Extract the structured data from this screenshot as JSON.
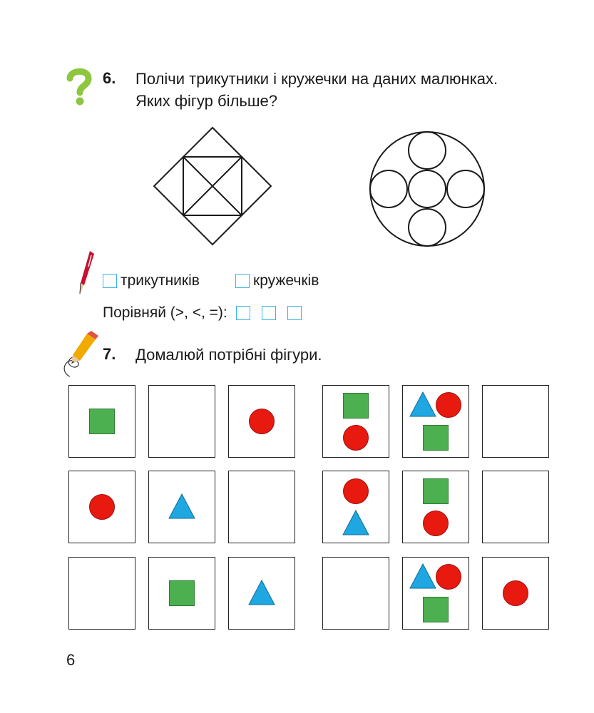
{
  "task6": {
    "number": "6.",
    "line1": "Полічи трикутники і кружечки на даних малюнках.",
    "line2": "Яких фігур більше?"
  },
  "answers": {
    "triangles_label": "трикутників",
    "circles_label": "кружечків",
    "compare_label": "Порівняй (>, <, =):"
  },
  "task7": {
    "number": "7.",
    "text": "Домалюй потрібні фігури."
  },
  "grids": [
    {
      "rows": [
        [
          [
            "square"
          ],
          [],
          [
            "circle"
          ]
        ],
        [
          [
            "circle"
          ],
          [
            "triangle"
          ],
          []
        ],
        [
          [],
          [
            "square"
          ],
          [
            "triangle"
          ]
        ]
      ]
    },
    {
      "rows": [
        [
          [
            "square",
            "circle"
          ],
          [
            "triangle",
            "circle",
            "square"
          ],
          []
        ],
        [
          [
            "circle",
            "triangle"
          ],
          [
            "square",
            "circle"
          ],
          []
        ],
        [
          [],
          [
            "triangle",
            "circle",
            "square"
          ],
          [
            "circle"
          ]
        ]
      ]
    }
  ],
  "colors": {
    "square": "#4caf50",
    "circle": "#e8190f",
    "triangle": "#1ea7e1",
    "question_icon": "#8dc63f",
    "answer_box": "#39b4e6"
  },
  "icons": {
    "task6": "question-mark-icon",
    "answers": "pen-icon",
    "task7": "pencil-icon"
  },
  "page": {
    "number": "6"
  }
}
